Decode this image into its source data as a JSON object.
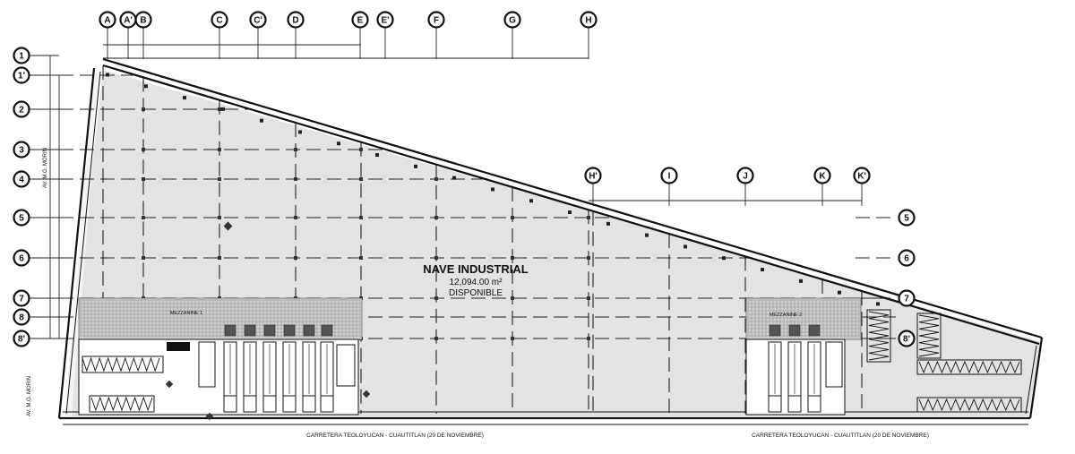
{
  "plan": {
    "title": "NAVE INDUSTRIAL",
    "area": "12,094.00 m²",
    "status": "DISPONIBLE",
    "road_label_left": "CARRETERA TEOLOYUCAN - CUAUTITLAN (20 DE NOVIEMBRE)",
    "road_label_right": "CARRETERA TEOLOYUCAN - CUAUTITLAN (20 DE NOVIEMBRE)",
    "side_street_label": "AV. M.G. MORIN",
    "side_street_label_upper": "AV. M.G. MORIN"
  },
  "top_axes": [
    "A",
    "A'",
    "B",
    "C",
    "C'",
    "D",
    "E",
    "E'",
    "F",
    "G",
    "H"
  ],
  "right_axes": [
    "H'",
    "I",
    "J",
    "K",
    "K'"
  ],
  "left_axes": [
    "1",
    "1'",
    "2",
    "3",
    "4",
    "5",
    "6",
    "7",
    "8",
    "8'"
  ],
  "east_axes": [
    "5",
    "6",
    "7",
    "8'"
  ],
  "mezzanine_labels": [
    "MEZZANINE 1",
    "MEZZANINE 2"
  ],
  "colors": {
    "floor": "#e3e3e3",
    "line": "#111111",
    "paper": "#ffffff"
  }
}
